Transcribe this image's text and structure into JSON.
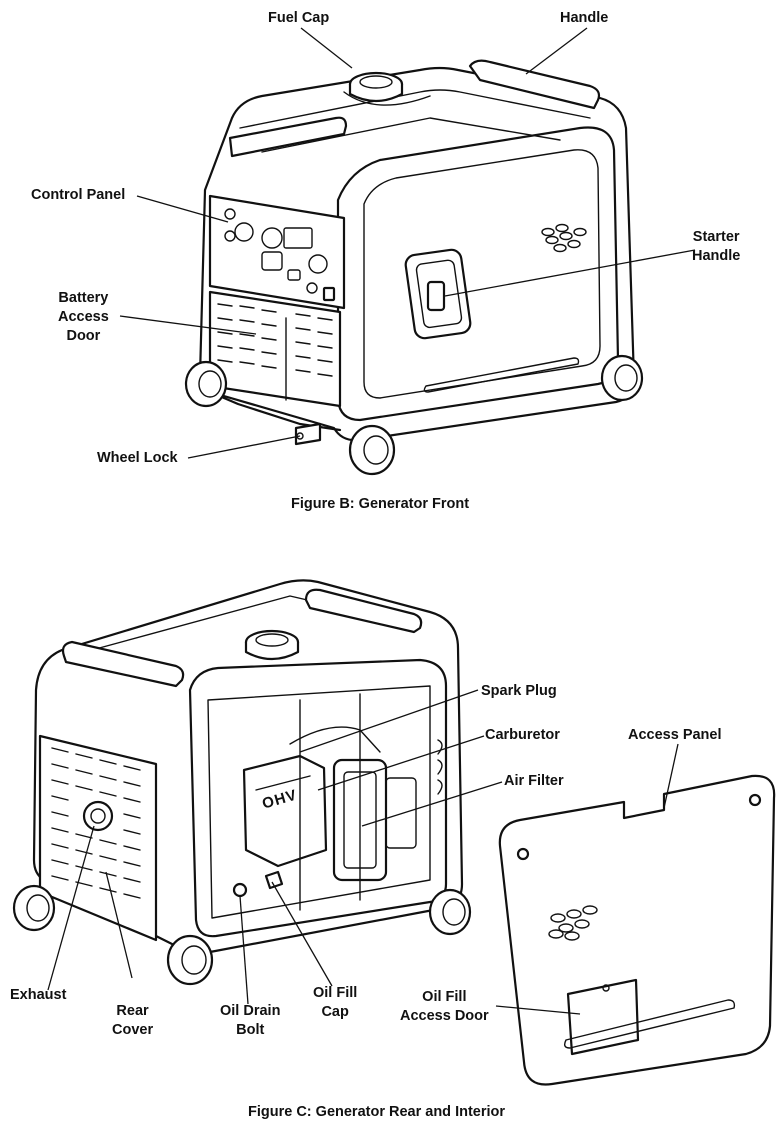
{
  "figure_b": {
    "caption": "Figure B:  Generator Front",
    "labels": {
      "fuel_cap": "Fuel Cap",
      "handle": "Handle",
      "control_panel": "Control Panel",
      "starter_handle": "Starter\nHandle",
      "battery_access_door": "Battery\nAccess\nDoor",
      "wheel_lock": "Wheel Lock"
    }
  },
  "figure_c": {
    "caption": "Figure C:  Generator Rear and Interior",
    "labels": {
      "spark_plug": "Spark Plug",
      "carburetor": "Carburetor",
      "access_panel": "Access Panel",
      "air_filter": "Air Filter",
      "exhaust": "Exhaust",
      "rear_cover": "Rear\nCover",
      "oil_drain_bolt": "Oil Drain\nBolt",
      "oil_fill_cap": "Oil Fill\nCap",
      "oil_fill_access_door": "Oil Fill\nAccess Door"
    },
    "engine_marking": "OHV"
  }
}
